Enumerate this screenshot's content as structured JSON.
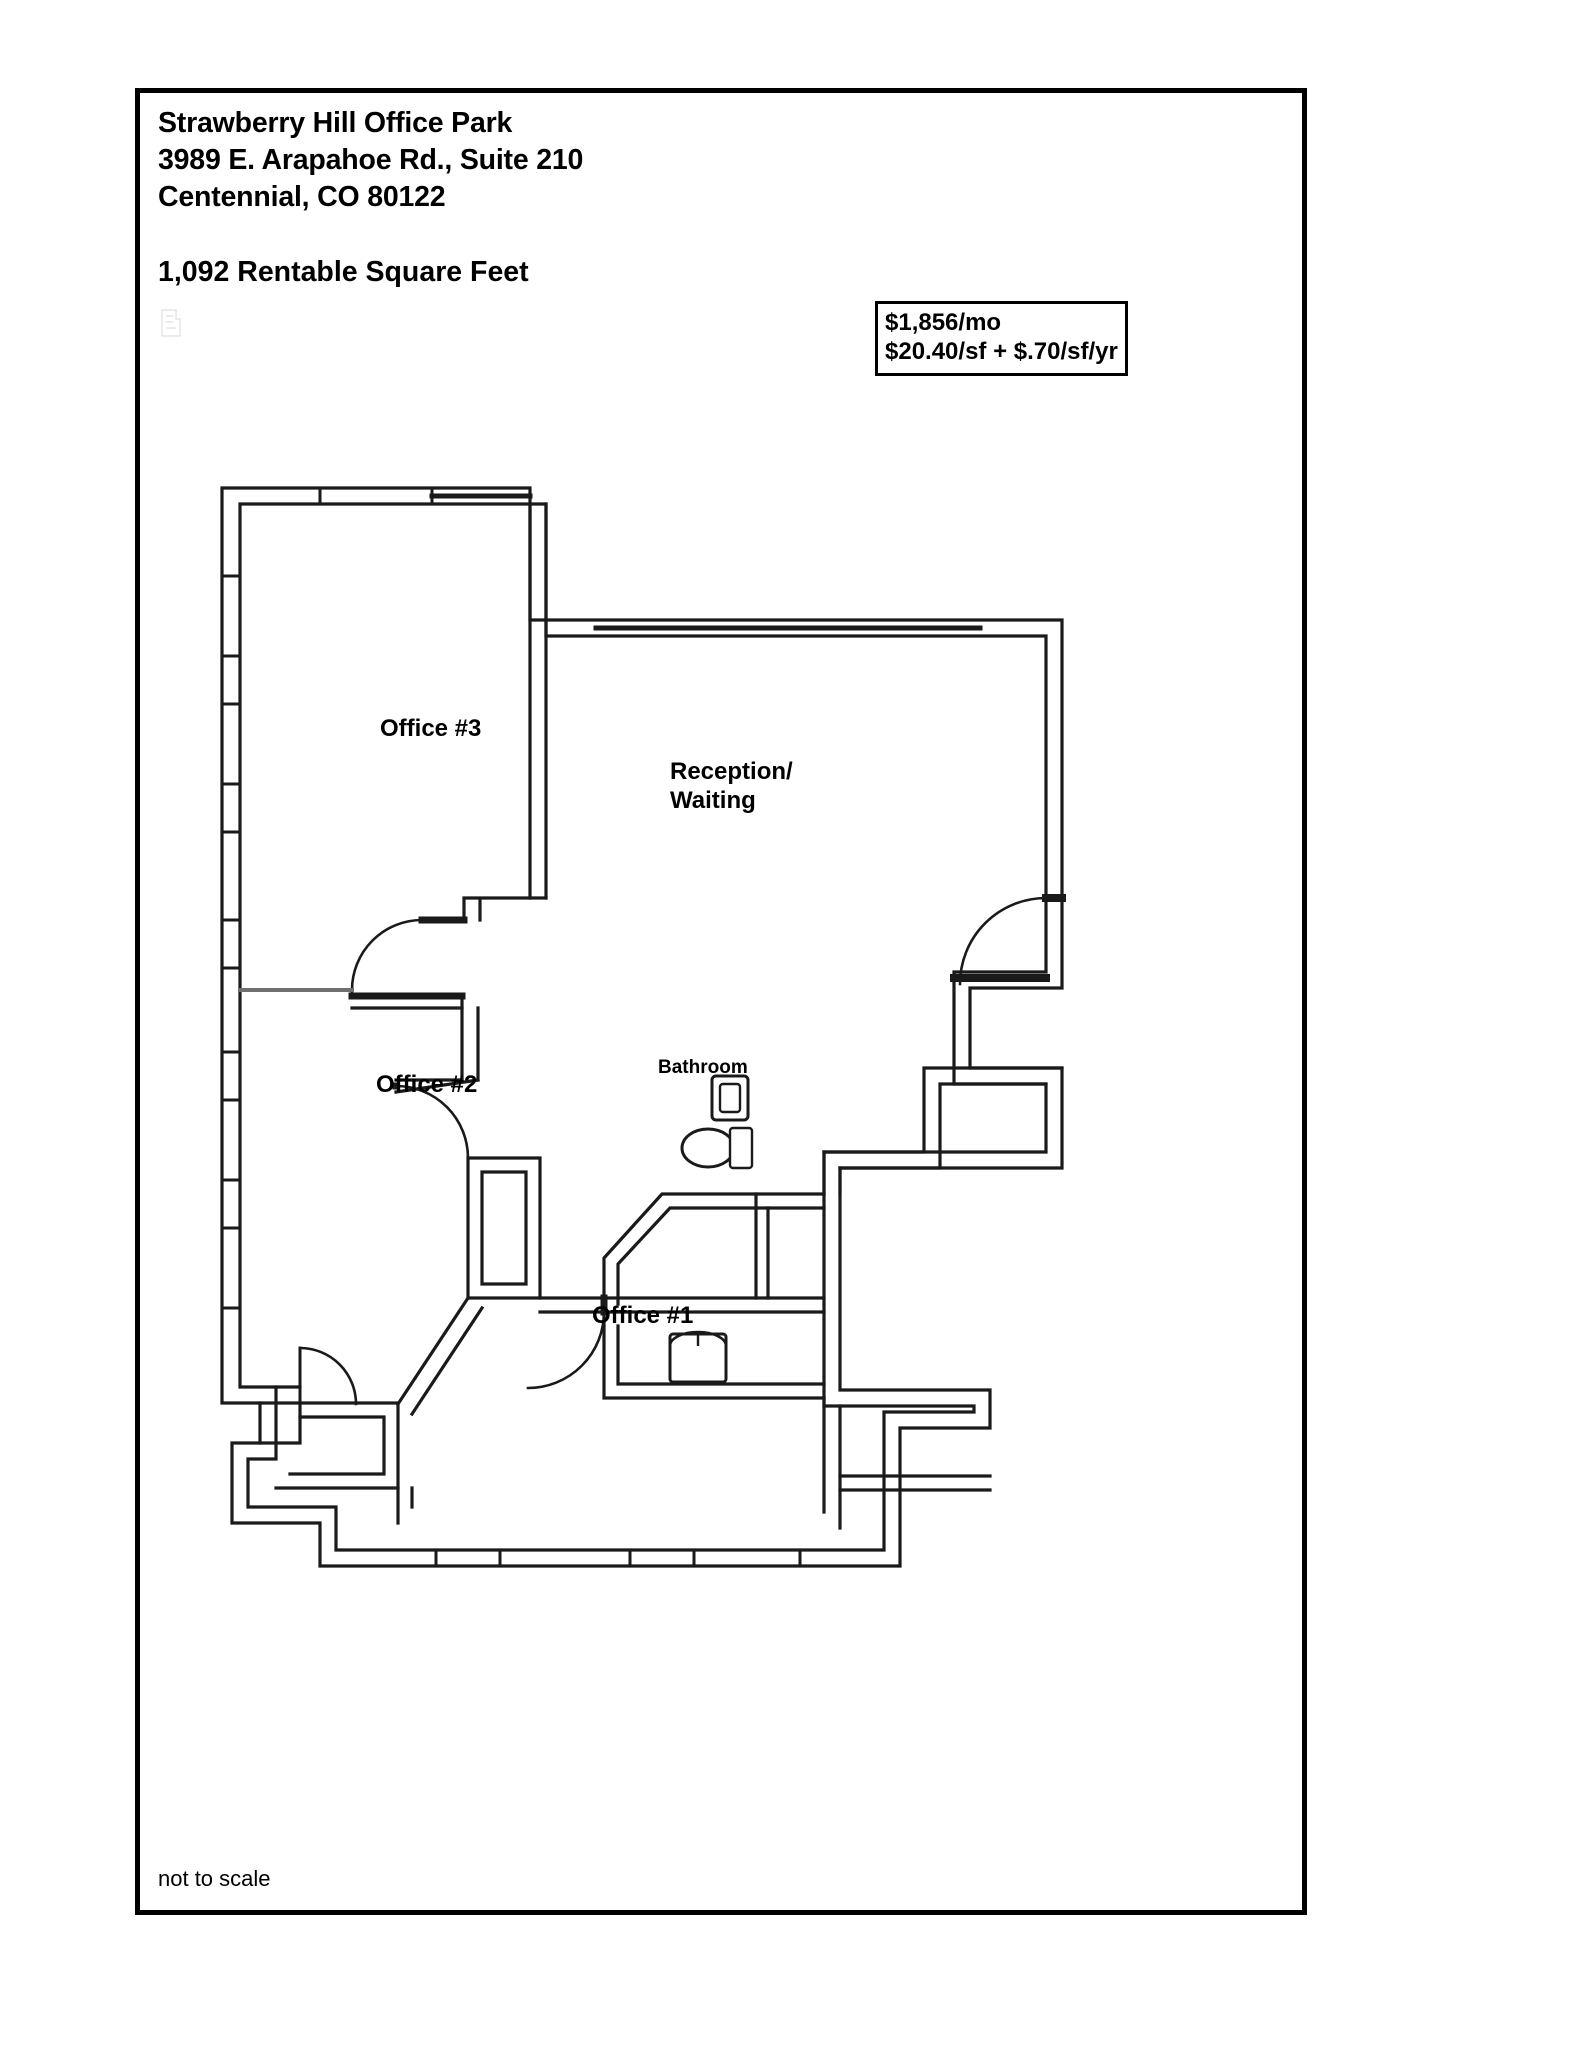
{
  "document": {
    "property_name": "Strawberry Hill Office Park",
    "address_line": "3989 E. Arapahoe Rd., Suite 210",
    "city_state_zip": "Centennial, CO 80122",
    "square_feet_note": "1,092 Rentable Square Feet",
    "footer_note": "not to scale"
  },
  "price_box": {
    "monthly_rate": "$1,856/mo",
    "rate_detail": "$20.40/sf + $.70/sf/yr"
  },
  "floorplan": {
    "rooms": [
      {
        "id": "office-3",
        "label": "Office #3"
      },
      {
        "id": "reception",
        "label": "Reception/\nWaiting"
      },
      {
        "id": "office-2",
        "label": "Office #2"
      },
      {
        "id": "bathroom",
        "label": "Bathroom"
      },
      {
        "id": "office-1",
        "label": "Office #1"
      }
    ],
    "fixtures": [
      {
        "id": "sink",
        "shape": "rectangle"
      },
      {
        "id": "toilet",
        "shape": "oval"
      },
      {
        "id": "water-heater",
        "shape": "rectangle"
      }
    ],
    "doors": [
      {
        "id": "office-3-door"
      },
      {
        "id": "office-2-door"
      },
      {
        "id": "office-1-door"
      },
      {
        "id": "suite-entry-door"
      },
      {
        "id": "closet-door"
      }
    ],
    "colors": {
      "wall_line": "#1a1a1a",
      "background": "#ffffff",
      "frame": "#000000"
    }
  }
}
